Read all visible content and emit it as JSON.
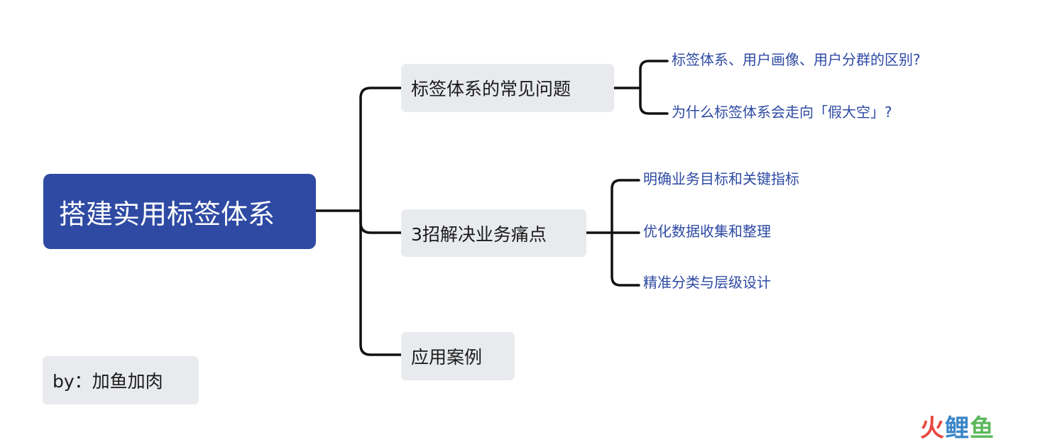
{
  "root": {
    "label": "搭建实用标签体系"
  },
  "branches": [
    {
      "label": "标签体系的常见问题",
      "children": [
        "标签体系、用户画像、用户分群的区别?",
        "为什么标签体系会走向「假大空」?"
      ]
    },
    {
      "label": "3招解决业务痛点",
      "children": [
        "明确业务目标和关键指标",
        "优化数据收集和整理",
        "精准分类与层级设计"
      ]
    },
    {
      "label": "应用案例",
      "children": []
    }
  ],
  "credit": "by：加鱼加肉",
  "watermark": {
    "chars": [
      "火",
      "鲤",
      "鱼"
    ],
    "colors": [
      "#e8483f",
      "#3a86c8",
      "#5cb85c"
    ]
  },
  "colors": {
    "root_bg": "#2e4aa3",
    "branch_bg": "#e8eaed",
    "leaf_text": "#2e4aa3",
    "connector": "#111111"
  }
}
